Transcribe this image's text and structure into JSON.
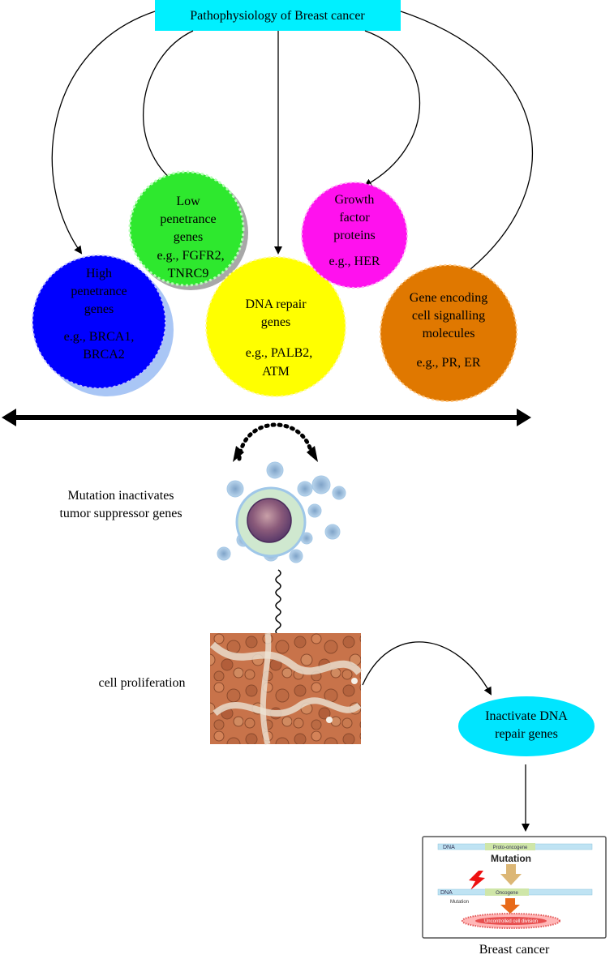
{
  "title": "Pathophysiology of Breast cancer",
  "colors": {
    "title_fill": "#00f0ff",
    "high_penetrance": "#0000ff",
    "low_penetrance": "#2ee82e",
    "dna_repair": "#ffff00",
    "growth_factor": "#ff11ee",
    "cell_signalling": "#e07800",
    "inactivate_fill": "#00e5ff"
  },
  "categories": {
    "high": {
      "lines": [
        "High",
        "penetrance",
        "genes"
      ],
      "example": [
        "e.g., BRCA1,",
        "BRCA2"
      ]
    },
    "low": {
      "lines": [
        "Low",
        "penetrance",
        "genes"
      ],
      "example": [
        "e.g., FGFR2,",
        "TNRC9"
      ]
    },
    "dna": {
      "lines": [
        "DNA repair",
        "genes"
      ],
      "example": [
        "e.g., PALB2,",
        "ATM"
      ]
    },
    "growth": {
      "lines": [
        "Growth",
        "factor",
        "proteins"
      ],
      "example": [
        "e.g., HER"
      ]
    },
    "signal": {
      "lines": [
        "Gene encoding",
        "cell signalling",
        "molecules"
      ],
      "example": [
        "e.g., PR, ER"
      ]
    }
  },
  "mutation_label": [
    "Mutation inactivates",
    "tumor suppressor genes"
  ],
  "proliferation_label": "cell proliferation",
  "inactivate_label": [
    "Inactivate DNA",
    "repair genes"
  ],
  "inset": {
    "dna_top": "DNA",
    "proto": "Proto-oncogene",
    "mutation_big": "Mutation",
    "dna_bottom": "DNA",
    "oncogene": "Oncogene",
    "mutation_small": "Mutation",
    "division": "Uncontrolled cell division"
  },
  "caption": "Breast cancer"
}
